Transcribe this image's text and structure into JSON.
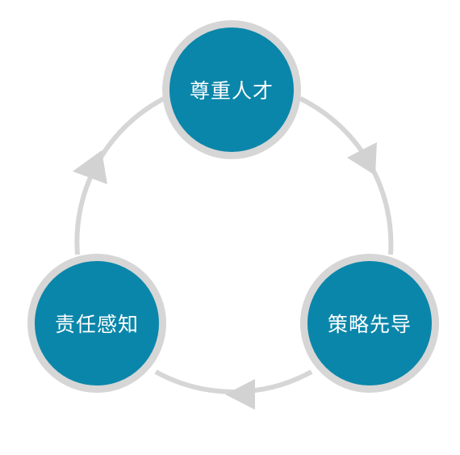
{
  "diagram": {
    "type": "cycle",
    "nodes": [
      {
        "id": "top",
        "label": "尊重人才"
      },
      {
        "id": "right",
        "label": "策略先导"
      },
      {
        "id": "left",
        "label": "责任感知"
      }
    ],
    "flow": [
      "top",
      "right",
      "left",
      "top"
    ],
    "colors": {
      "node_fill": "#0a86aa",
      "node_border": "#d6d6d6",
      "ring": "#d6d6d6",
      "arrow": "#d2d2d2",
      "text": "#ffffff"
    }
  }
}
